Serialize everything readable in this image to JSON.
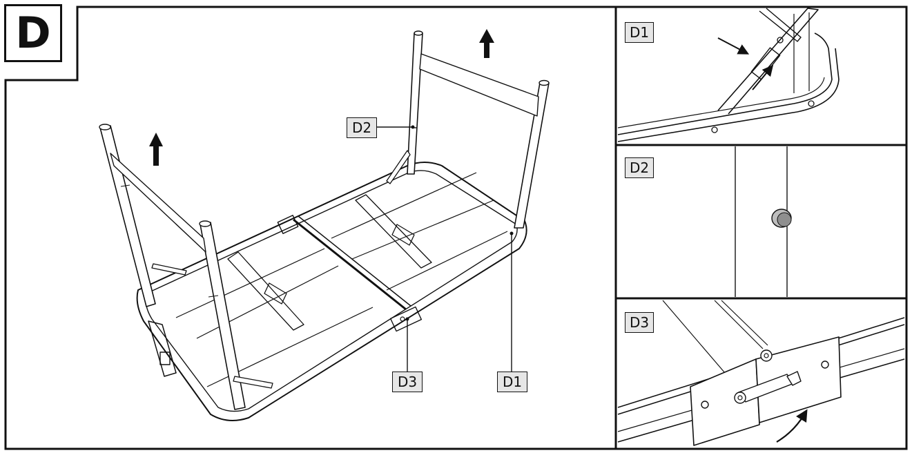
{
  "step": {
    "letter": "D"
  },
  "main_view": {
    "callouts": {
      "d1": "D1",
      "d2": "D2",
      "d3": "D3"
    }
  },
  "insets": [
    {
      "label": "D1"
    },
    {
      "label": "D2"
    },
    {
      "label": "D3"
    }
  ],
  "colors": {
    "line": "#111111",
    "label_fill": "#e6e6e6",
    "background": "#ffffff"
  },
  "icons": [
    "up-arrow-icon",
    "push-arrow-icon",
    "curved-arrow-icon"
  ]
}
